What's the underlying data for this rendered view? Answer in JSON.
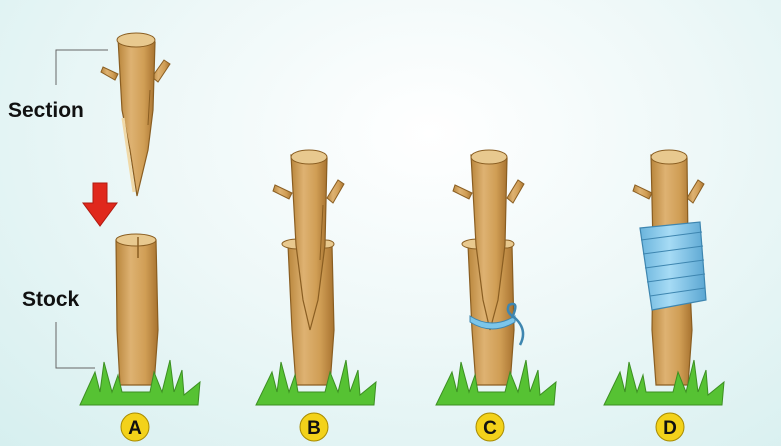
{
  "labels": {
    "section": "Section",
    "stock": "Stock"
  },
  "steps": [
    {
      "letter": "A"
    },
    {
      "letter": "B"
    },
    {
      "letter": "C"
    },
    {
      "letter": "D"
    }
  ],
  "colors": {
    "wood": "#d2a45a",
    "wood_dark": "#8a5e22",
    "grass": "#56c233",
    "arrow": "#e0281c",
    "tie": "#7cc6ea",
    "badge": "#f3d21a"
  }
}
